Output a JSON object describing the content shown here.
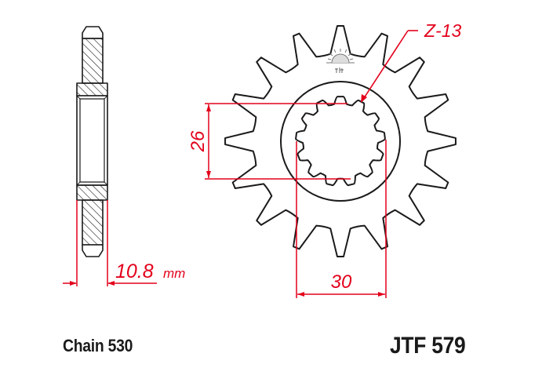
{
  "title": "Front sprocket technical drawing",
  "labels": {
    "chain": "Chain 530",
    "part_number": "JTF 579"
  },
  "dimensions": {
    "spline_teeth": "Z-13",
    "inner_spline_diameter": "26",
    "outer_spline_diameter": "30",
    "width_value": "10.8",
    "width_unit": "mm"
  },
  "sprocket": {
    "outer_teeth_count": 16,
    "spline_teeth_count": 13
  },
  "colors": {
    "outline": "#1a1a1a",
    "dimension": "#e3001b",
    "background": "#ffffff"
  },
  "icons": {
    "logo": "sunrise-logo-icon"
  }
}
